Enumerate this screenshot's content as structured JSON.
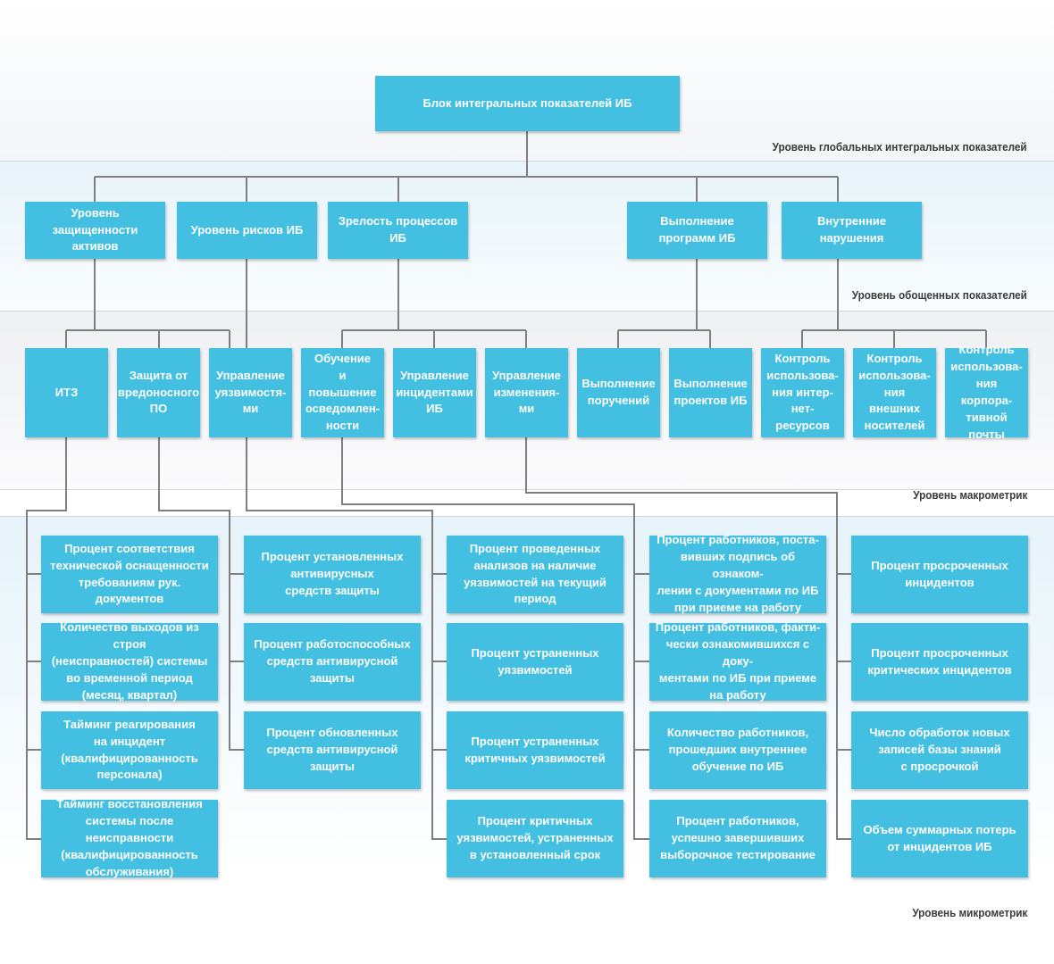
{
  "root": "Блок интегральных показателей ИБ",
  "levels": {
    "global": "Уровень глобальных интегральных показателей",
    "general": "Уровень обощенных показателей",
    "macro": "Уровень макрометрик",
    "micro": "Уровень микрометрик"
  },
  "generalized": [
    "Уровень\nзащищенности активов",
    "Уровень рисков ИБ",
    "Зрелость процессов ИБ",
    "Выполнение\nпрограмм ИБ",
    "Внутренние нарушения"
  ],
  "macro": [
    "ИТЗ",
    "Защита от\nвредоносного\nПО",
    "Управление\nуязвимостя-\nми",
    "Обучение\nи повышение\nосведомлен-\nности",
    "Управление\nинцидентами\nИБ",
    "Управление\nизменения-\nми",
    "Выполнение\nпоручений",
    "Выполнение\nпроектов ИБ",
    "Контроль\nиспользова-\nния интер-\nнет-ресурсов",
    "Контроль\nиспользова-\nния внешних\nносителей",
    "Контроль\nиспользова-\nния корпора-\nтивной почты"
  ],
  "micro": {
    "col1": [
      "Процент соответствия\nтехнической оснащенности\nтребованиям рук. документов",
      "Количество выходов из строя\n(неисправностей) системы\nво временной период\n(месяц, квартал)",
      "Тайминг реагирования\nна инцидент\n(квалифицированность\nперсонала)",
      "Тайминг восстановления\nсистемы после неисправности\n(квалифицированность\nобслуживания)"
    ],
    "col2": [
      "Процент установленных\nантивирусных\nсредств защиты",
      "Процент работоспособных\nсредств антивирусной\nзащиты",
      "Процент обновленных\nсредств антивирусной\nзащиты"
    ],
    "col3": [
      "Процент проведенных\nанализов на наличие\nуязвимостей на текущий\nпериод",
      "Процент устраненных\nуязвимостей",
      "Процент устраненных\nкритичных уязвимостей",
      "Процент критичных\nуязвимостей, устраненных\nв установленный срок"
    ],
    "col4": [
      "Процент работников, поста-\nвивших подпись об ознаком-\nлении с документами по ИБ\nпри приеме на работу",
      "Процент работников, факти-\nчески ознакомившихся с доку-\nментами по ИБ при приеме\nна работу",
      "Количество работников,\nпрошедших внутреннее\nобучение по ИБ",
      "Процент работников,\nуспешно завершивших\nвыборочное тестирование"
    ],
    "col5": [
      "Процент просроченных\nинцидентов",
      "Процент просроченных\nкритических инцидентов",
      "Число обработок новых\nзаписей базы знаний\nс просрочкой",
      "Объем суммарных потерь\nот инцидентов ИБ"
    ]
  },
  "colors": {
    "box": "#43bfe2",
    "line": "#7f7f7f"
  }
}
